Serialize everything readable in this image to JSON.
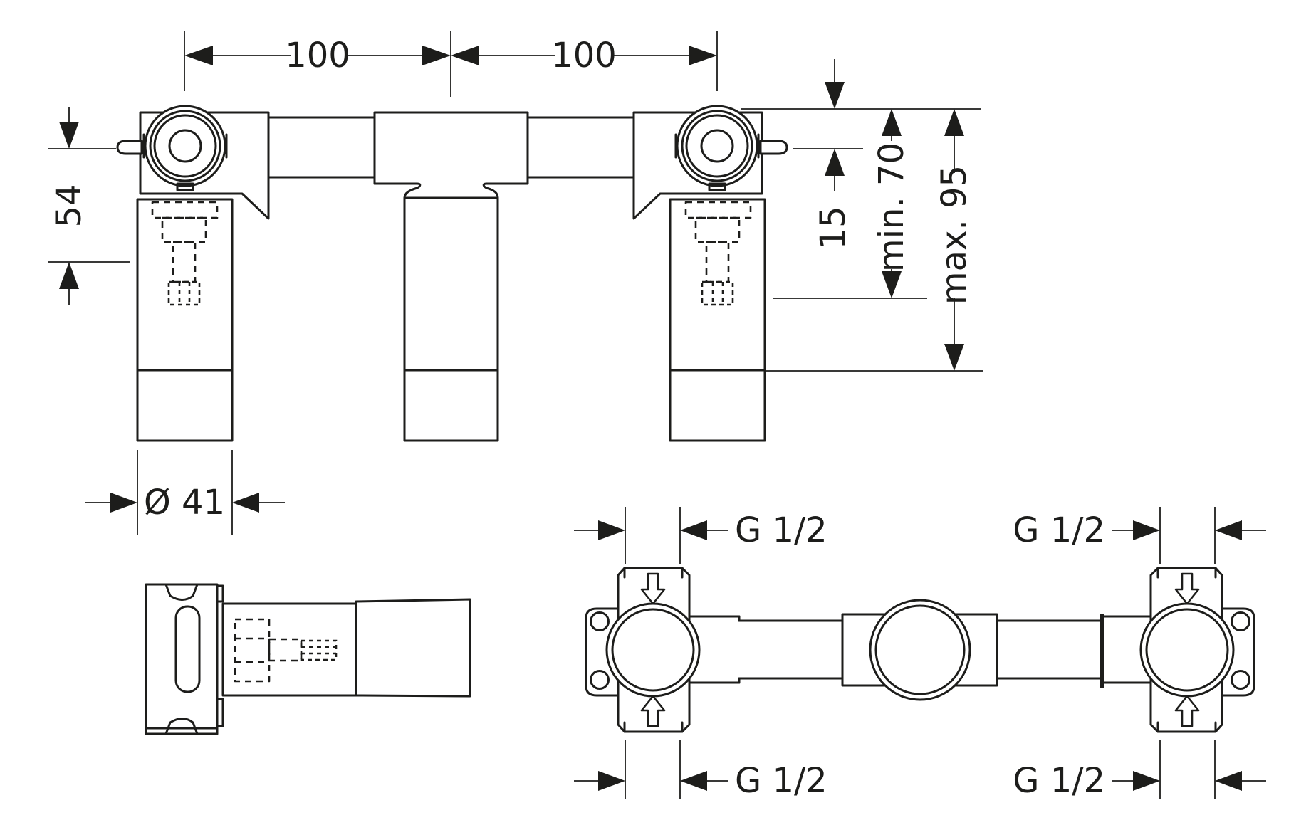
{
  "colors": {
    "ink": "#1d1d1b",
    "background": "#ffffff"
  },
  "front_view": {
    "spacing_left": "100",
    "spacing_right": "100",
    "pin_height": "54",
    "depth_step": "15",
    "depth_min": "min. 70",
    "depth_max": "max. 95",
    "sleeve_diameter": "Ø 41"
  },
  "plan_view": {
    "thread_top_left": "G 1/2",
    "thread_top_right": "G 1/2",
    "thread_bottom_left": "G 1/2",
    "thread_bottom_right": "G 1/2"
  }
}
